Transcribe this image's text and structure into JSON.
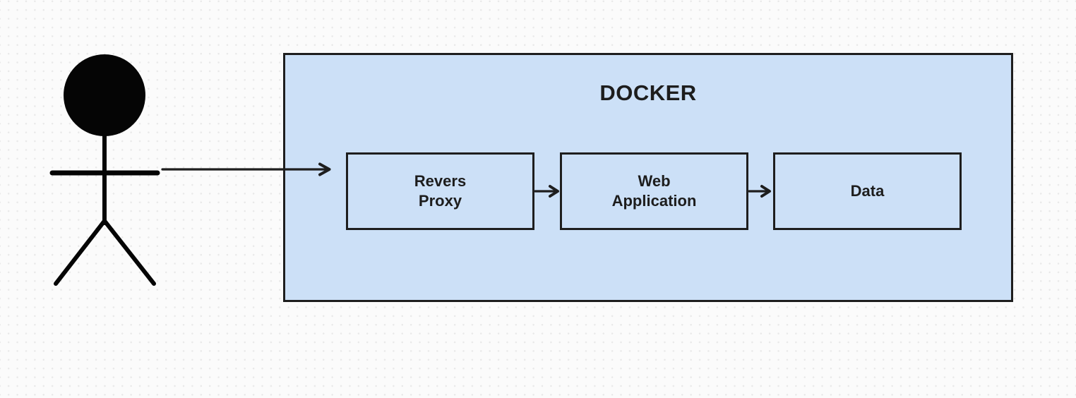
{
  "colors": {
    "canvas_bg": "#fbfbfb",
    "dot_grid": "#e9e9e9",
    "container_fill": "#cce0f7",
    "stroke": "#1e1e1e",
    "figure": "#050505",
    "text": "#1d1d1d"
  },
  "docker": {
    "title": "DOCKER",
    "nodes": {
      "reverse_proxy": {
        "line1": "Revers",
        "line2": "Proxy"
      },
      "web_application": {
        "line1": "Web",
        "line2": "Application"
      },
      "data": {
        "label": "Data"
      }
    }
  }
}
